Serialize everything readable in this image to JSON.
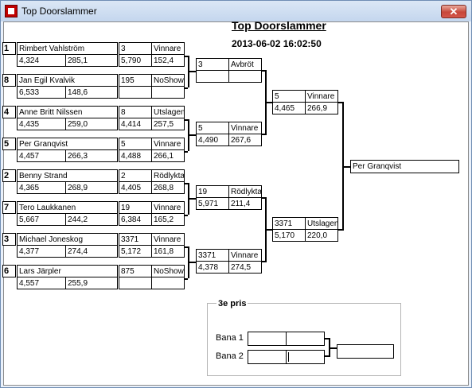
{
  "window": {
    "title": "Top Doorslammer",
    "close_label": "✕"
  },
  "header": {
    "title": "Top Doorslammer",
    "datetime": "2013-06-02 16:02:50"
  },
  "round1": [
    {
      "seed": "1",
      "name": "Rimbert Vahlström",
      "et": "4,324",
      "speed": "285,1"
    },
    {
      "seed": "8",
      "name": "Jan Egil Kvalvik",
      "et": "6,533",
      "speed": "148,6"
    },
    {
      "seed": "4",
      "name": "Anne Britt Nilssen",
      "et": "4,435",
      "speed": "259,0"
    },
    {
      "seed": "5",
      "name": "Per Granqvist",
      "et": "4,457",
      "speed": "266,3"
    },
    {
      "seed": "2",
      "name": "Benny Strand",
      "et": "4,365",
      "speed": "268,9"
    },
    {
      "seed": "7",
      "name": "Tero Laukkanen",
      "et": "5,667",
      "speed": "244,2"
    },
    {
      "seed": "3",
      "name": "Michael Joneskog",
      "et": "4,377",
      "speed": "274,4"
    },
    {
      "seed": "6",
      "name": "Lars Järpler",
      "et": "4,557",
      "speed": "255,9"
    }
  ],
  "round2": [
    {
      "num": "3",
      "status": "Vinnare",
      "et": "5,790",
      "speed": "152,4"
    },
    {
      "num": "195",
      "status": "NoShow",
      "et": "",
      "speed": ""
    },
    {
      "num": "8",
      "status": "Utslagen",
      "et": "4,414",
      "speed": "257,5"
    },
    {
      "num": "5",
      "status": "Vinnare",
      "et": "4,488",
      "speed": "266,1"
    },
    {
      "num": "2",
      "status": "Rödlykta",
      "et": "4,405",
      "speed": "268,8"
    },
    {
      "num": "19",
      "status": "Vinnare",
      "et": "6,384",
      "speed": "165,2"
    },
    {
      "num": "3371",
      "status": "Vinnare",
      "et": "5,172",
      "speed": "161,8"
    },
    {
      "num": "875",
      "status": "NoShow",
      "et": "",
      "speed": ""
    }
  ],
  "round3": [
    {
      "num": "3",
      "status": "Avbröt",
      "et": "",
      "speed": ""
    },
    {
      "num": "5",
      "status": "Vinnare",
      "et": "4,490",
      "speed": "267,6"
    },
    {
      "num": "19",
      "status": "Rödlykta",
      "et": "5,971",
      "speed": "211,4"
    },
    {
      "num": "3371",
      "status": "Vinnare",
      "et": "4,378",
      "speed": "274,5"
    }
  ],
  "round4": [
    {
      "num": "5",
      "status": "Vinnare",
      "et": "4,465",
      "speed": "266,9"
    },
    {
      "num": "3371",
      "status": "Utslagen",
      "et": "5,170",
      "speed": "220,0"
    }
  ],
  "winner": {
    "name": "Per Granqvist"
  },
  "third_place": {
    "legend": "3e pris",
    "lane1_label": "Bana 1",
    "lane2_label": "Bana 2",
    "lane1_a": "",
    "lane1_b": "",
    "lane2_a": "",
    "lane2_b": "",
    "result": ""
  }
}
